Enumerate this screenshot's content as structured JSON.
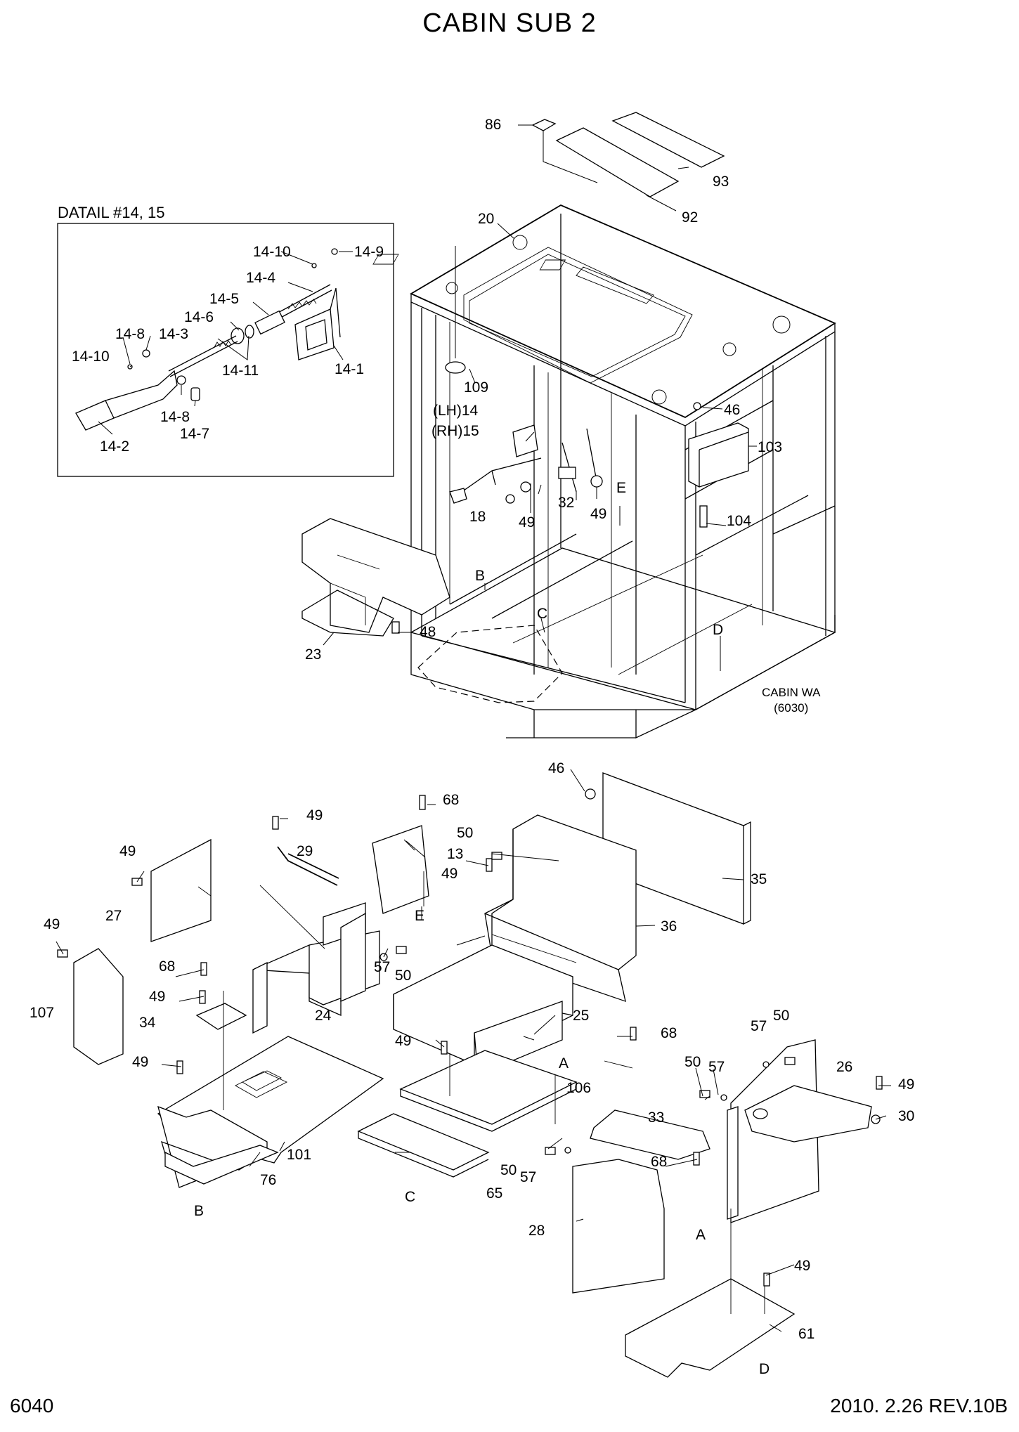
{
  "header": {
    "title": "CABIN SUB 2"
  },
  "footer": {
    "page_number": "6040",
    "date_revision": "2010. 2.26  REV.10B"
  },
  "detail_box": {
    "title": "DATAIL #14, 15"
  },
  "reference": {
    "line1": "CABIN WA",
    "line2": "(6030)"
  },
  "labels": {
    "p86": "86",
    "p93": "93",
    "p92": "92",
    "p20": "20",
    "p109": "109",
    "p46a": "46",
    "p103": "103",
    "p104": "104",
    "p14": "(LH)14",
    "p15": "(RH)15",
    "p18": "18",
    "p32": "32",
    "p49a": "49",
    "p49b": "49",
    "pE1": "E",
    "pB1": "B",
    "pC1": "C",
    "pD1": "D",
    "p48": "48",
    "p23": "23",
    "d14_10a": "14-10",
    "d14_9": "14-9",
    "d14_4": "14-4",
    "d14_5": "14-5",
    "d14_6": "14-6",
    "d14_8a": "14-8",
    "d14_3": "14-3",
    "d14_10b": "14-10",
    "d14_11": "14-11",
    "d14_1": "14-1",
    "d14_8b": "14-8",
    "d14_7": "14-7",
    "d14_2": "14-2",
    "p46b": "46",
    "p68a": "68",
    "p49c": "49",
    "p29": "29",
    "p50a": "50",
    "p13": "13",
    "p35": "35",
    "p49d": "49",
    "p49e": "49",
    "p27": "27",
    "pE2": "E",
    "p36": "36",
    "p49f": "49",
    "p68b": "68",
    "p57a": "57",
    "p50b": "50",
    "p107": "107",
    "p49g": "49",
    "p24": "24",
    "p34": "34",
    "p25": "25",
    "p68c": "68",
    "p49h": "49",
    "p50c": "50",
    "p57b": "57",
    "p49i": "49",
    "p26": "26",
    "pA1": "A",
    "p106": "106",
    "p50d": "50",
    "p57c": "57",
    "p49j": "49",
    "p30": "30",
    "p33": "33",
    "p101": "101",
    "p68d": "68",
    "p76": "76",
    "pB2": "B",
    "pC2": "C",
    "p65": "65",
    "p50e": "50",
    "p57d": "57",
    "p28": "28",
    "pA2": "A",
    "p49k": "49",
    "p61": "61",
    "pD2": "D"
  }
}
